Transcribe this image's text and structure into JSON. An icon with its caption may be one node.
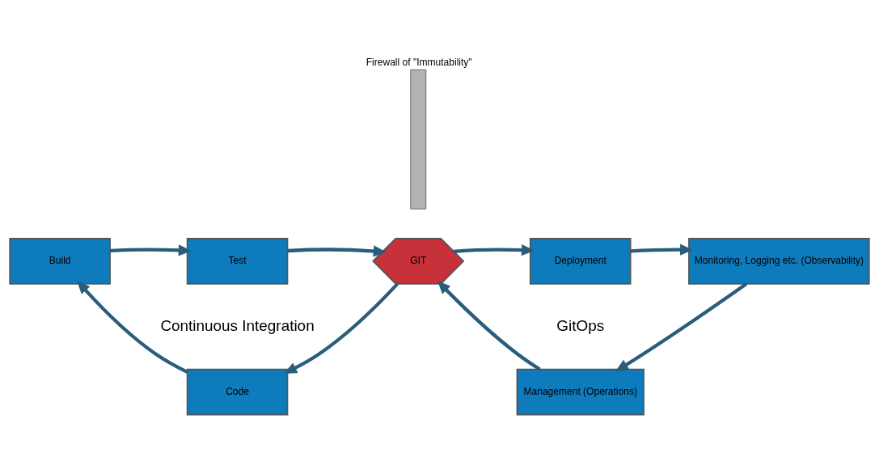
{
  "diagram": {
    "nodes": [
      {
        "text": [
          "Firewall of \"Immutability\""
        ]
      },
      {
        "text": [
          "Test"
        ]
      },
      {
        "text": [
          "Build"
        ]
      },
      {
        "text": [
          "Code"
        ]
      },
      {
        "text": [
          "GIT"
        ]
      },
      {
        "text": [
          "Deployment"
        ]
      },
      {
        "text": [
          "Monitoring, Logging etc. (Observability)"
        ]
      },
      {
        "text": [
          "Management (Operations)"
        ]
      }
    ],
    "edges": [
      {
        "from": 3,
        "to": 2,
        "arrow": "to"
      },
      {
        "from": 2,
        "to": 1,
        "arrow": "to"
      },
      {
        "from": 1,
        "to": 4,
        "arrow": "to"
      },
      {
        "from": 4,
        "to": 3,
        "arrow": "to"
      },
      {
        "from": 4,
        "to": 5,
        "arrow": "to"
      },
      {
        "from": 5,
        "to": 6,
        "arrow": "to"
      },
      {
        "from": 6,
        "to": 7,
        "arrow": "to"
      },
      {
        "from": 7,
        "to": 4,
        "arrow": "to"
      }
    ],
    "labels": [
      "Continuous Integration",
      "GitOps"
    ]
  }
}
